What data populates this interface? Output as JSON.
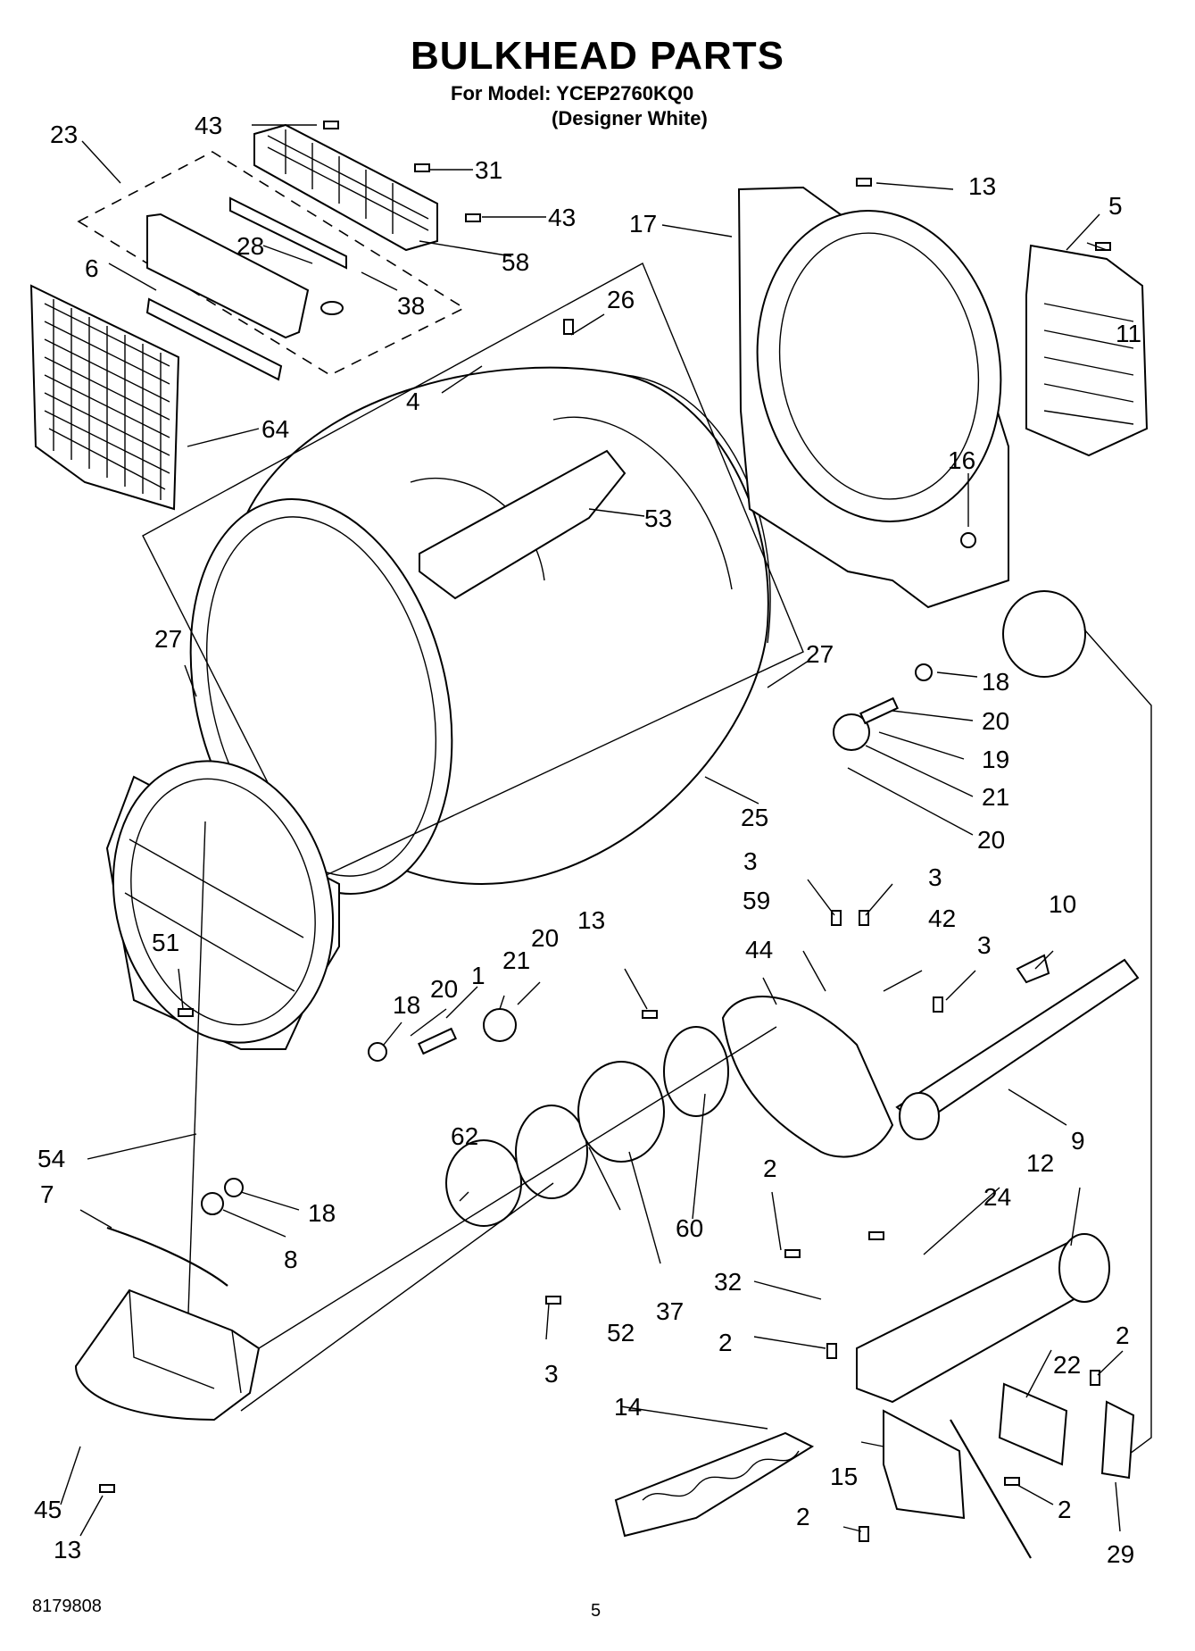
{
  "header": {
    "title": "BULKHEAD PARTS",
    "model_line": "For Model: YCEP2760KQ0",
    "color_line": "(Designer White)"
  },
  "footer": {
    "doc_number": "8179808",
    "page_number": "5"
  },
  "callouts": [
    "23",
    "43",
    "31",
    "43",
    "58",
    "28",
    "38",
    "6",
    "64",
    "4",
    "26",
    "53",
    "27",
    "27",
    "25",
    "13",
    "17",
    "5",
    "11",
    "16",
    "18",
    "20",
    "19",
    "21",
    "20",
    "51",
    "18",
    "20",
    "1",
    "21",
    "20",
    "13",
    "54",
    "7",
    "18",
    "8",
    "62",
    "52",
    "37",
    "60",
    "44",
    "59",
    "3",
    "3",
    "42",
    "3",
    "10",
    "9",
    "2",
    "24",
    "12",
    "32",
    "2",
    "22",
    "2",
    "14",
    "15",
    "2",
    "2",
    "29",
    "45",
    "13",
    "3"
  ]
}
